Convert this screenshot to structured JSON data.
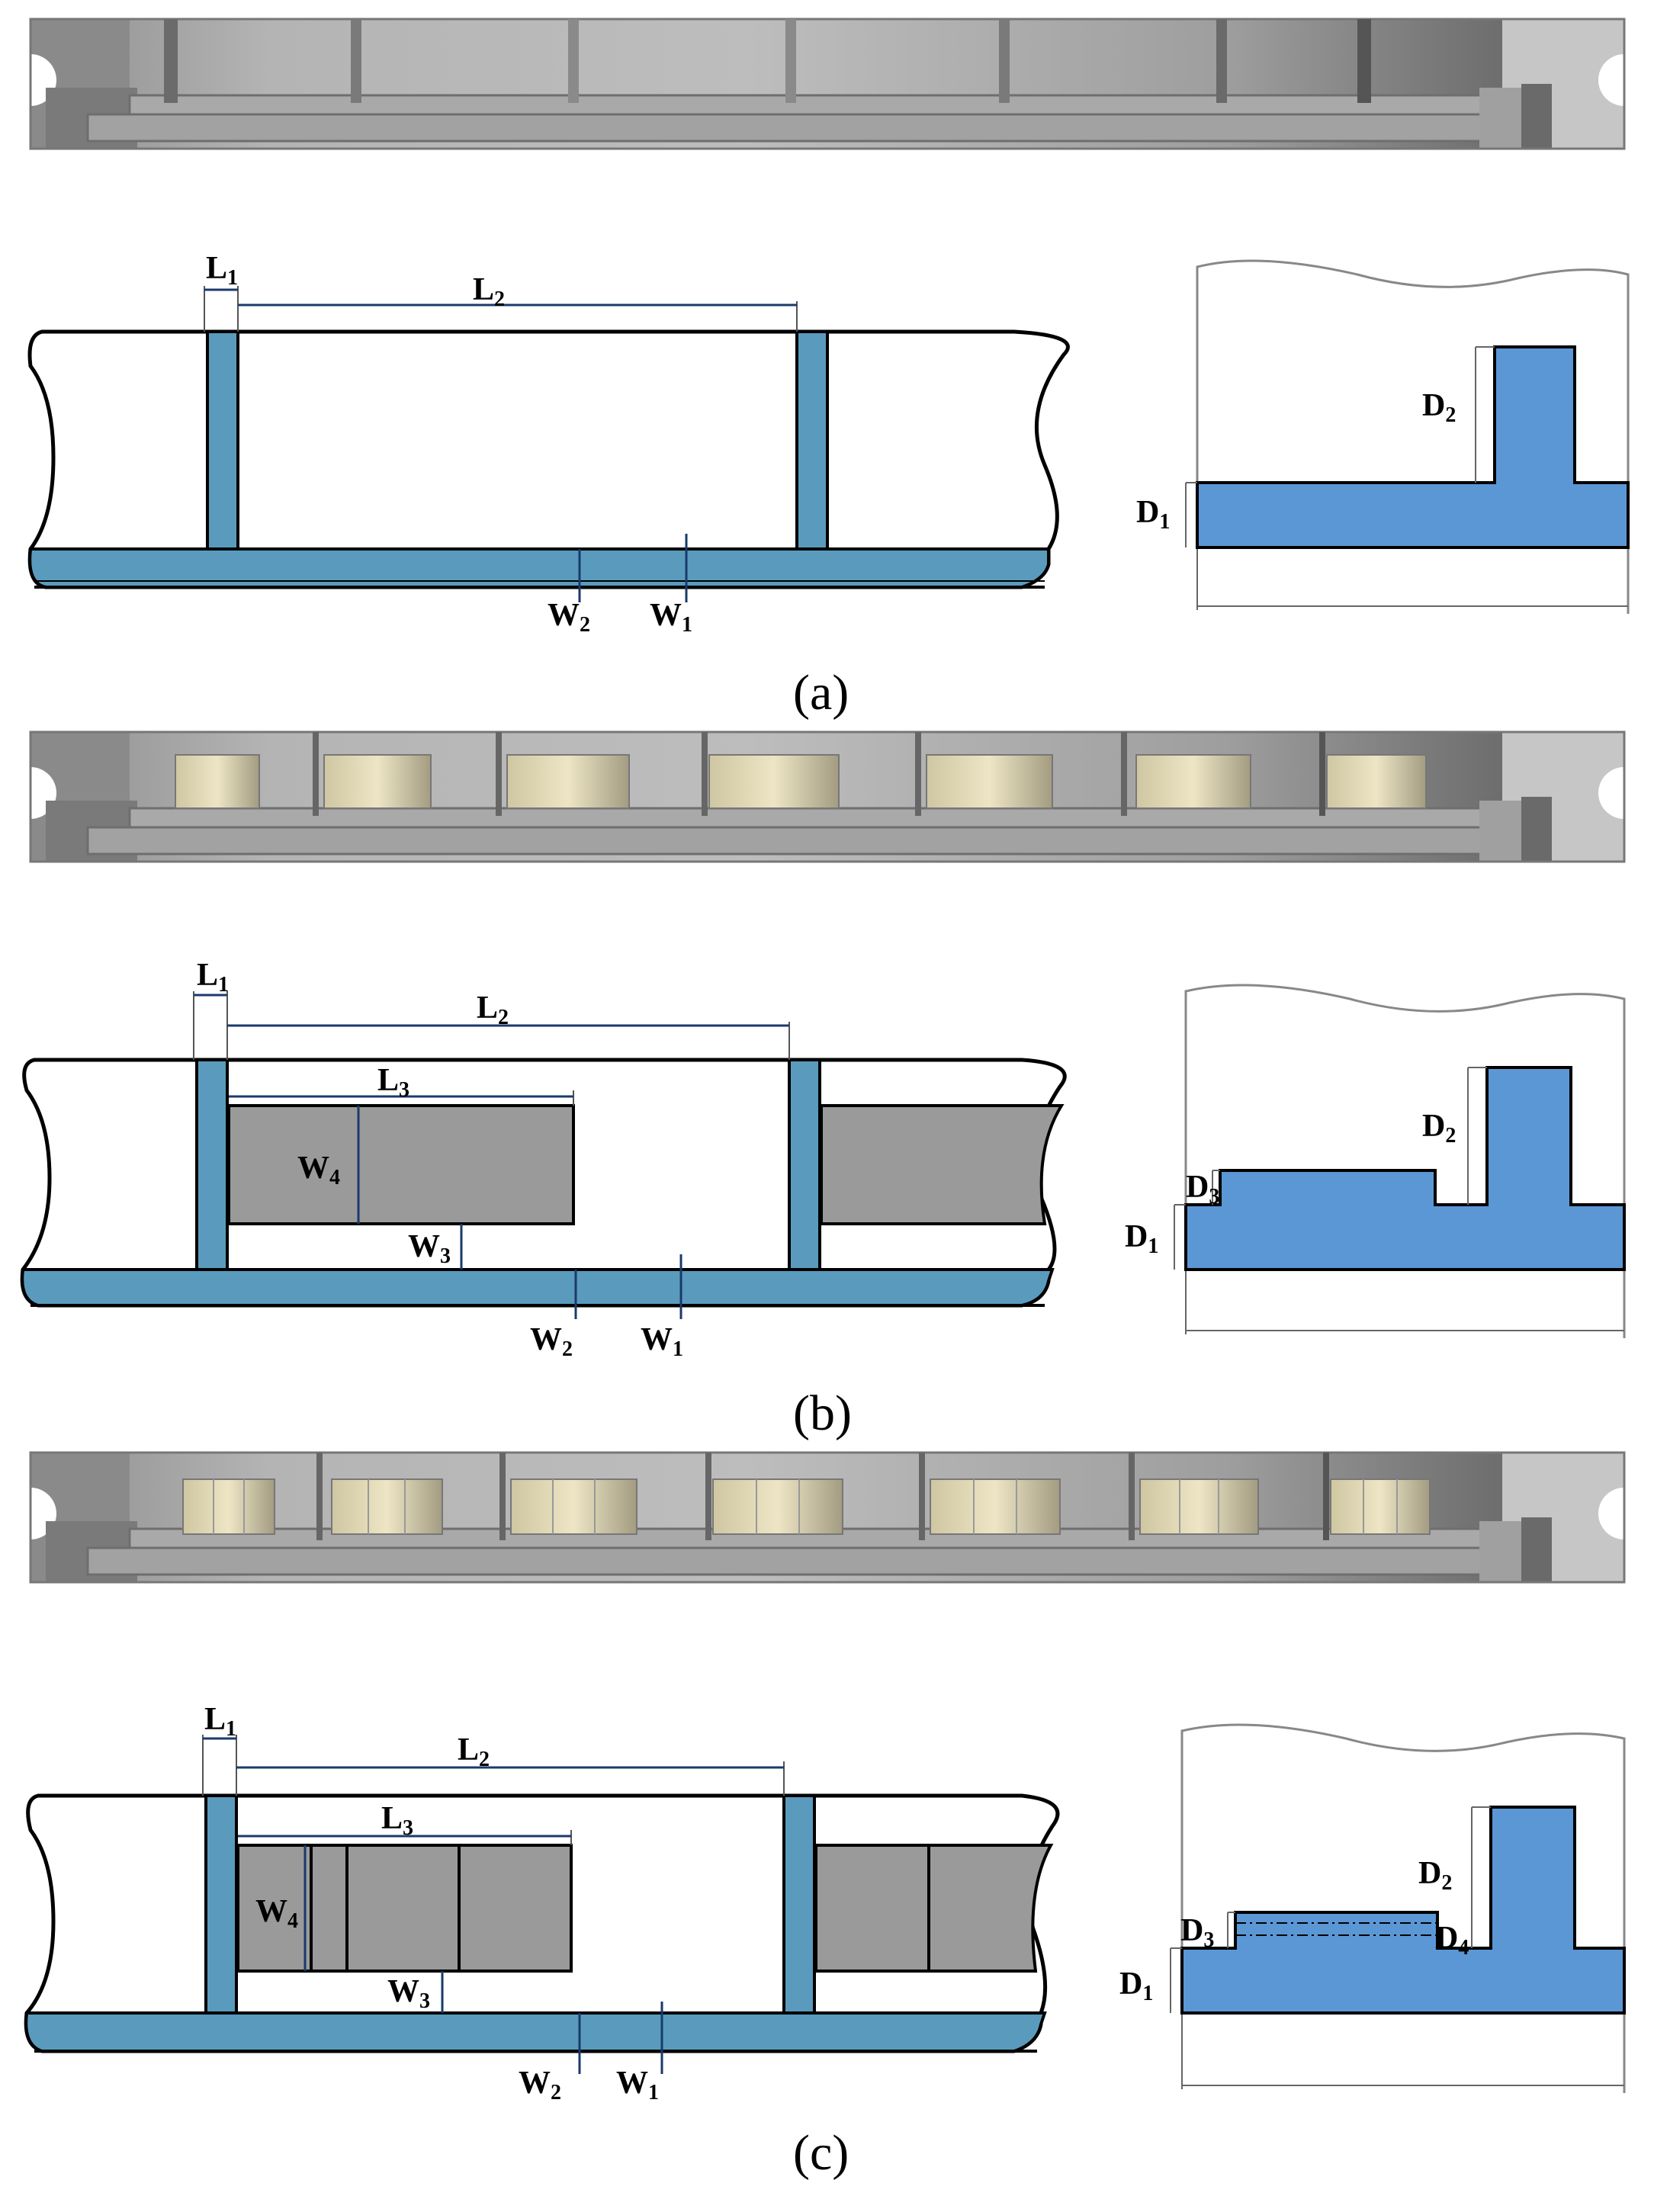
{
  "panels": [
    {
      "caption": "(a)",
      "labels": {
        "L1": "L",
        "L2": "L",
        "W1": "W",
        "W2": "W",
        "D1": "D",
        "D2": "D"
      },
      "subscripts": {
        "L1": "1",
        "L2": "2",
        "W1": "1",
        "W2": "2",
        "D1": "1",
        "D2": "2"
      }
    },
    {
      "caption": "(b)",
      "labels": {
        "L1": "L",
        "L2": "L",
        "L3": "L",
        "W1": "W",
        "W2": "W",
        "W3": "W",
        "W4": "W",
        "D1": "D",
        "D2": "D",
        "D3": "D"
      },
      "subscripts": {
        "L1": "1",
        "L2": "2",
        "L3": "3",
        "W1": "1",
        "W2": "2",
        "W3": "3",
        "W4": "4",
        "D1": "1",
        "D2": "2",
        "D3": "3"
      }
    },
    {
      "caption": "(c)",
      "labels": {
        "L1": "L",
        "L2": "L",
        "L3": "L",
        "W1": "W",
        "W2": "W",
        "W3": "W",
        "W4": "W",
        "D1": "D",
        "D2": "D",
        "D3": "D",
        "D4": "D"
      },
      "subscripts": {
        "L1": "1",
        "L2": "2",
        "L3": "3",
        "W1": "1",
        "W2": "2",
        "W3": "3",
        "W4": "4",
        "D1": "1",
        "D2": "2",
        "D3": "3",
        "D4": "4"
      }
    }
  ],
  "colors": {
    "rib_fill": "#5a9bbd",
    "cross_section_fill": "#5b97d5",
    "insert_fill": "#9a9a9a",
    "pad_fill": "#e8dfb8",
    "outline": "#000000"
  }
}
